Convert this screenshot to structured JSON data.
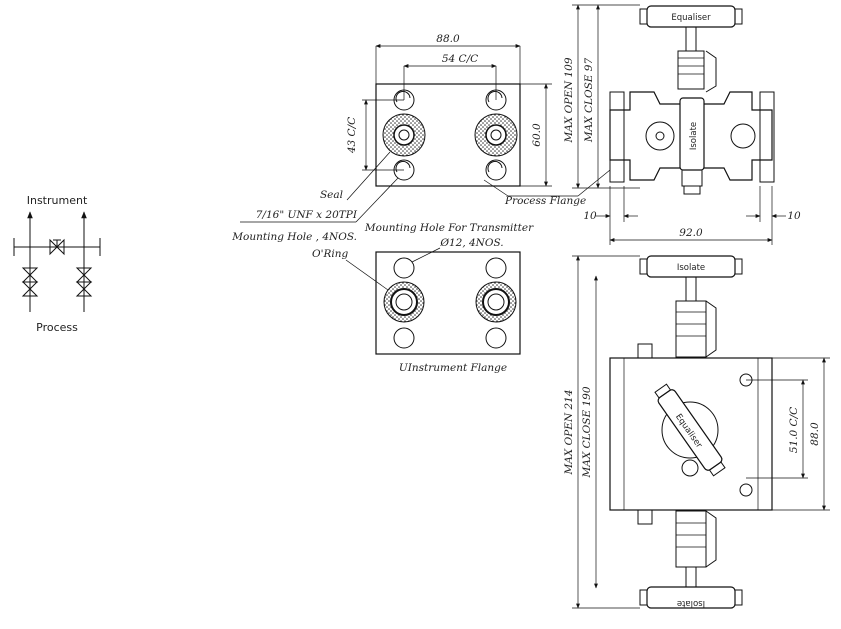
{
  "schematic": {
    "top_label": "Instrument",
    "bottom_label": "Process"
  },
  "process_flange": {
    "width_dim": "88.0",
    "cc_dim": "54 C/C",
    "vert_cc_dim": "43 C/C",
    "height_dim": "60.0",
    "seal_label": "Seal",
    "thread_label": "7/16\" UNF x 20TPI",
    "mounting_label": "Mounting Hole , 4NOS.",
    "title": "Process Flange"
  },
  "instrument_flange": {
    "transmitter_label": "Mounting Hole For Transmitter",
    "hole_dim": "Ø12, 4NOS.",
    "oring_label": "O'Ring",
    "title": "UInstrument Flange"
  },
  "front_view": {
    "handle_label": "Equaliser",
    "isolate_label": "Isolate",
    "max_open": "MAX OPEN 109",
    "max_close": "MAX CLOSE 97",
    "side_left": "10",
    "side_right": "10",
    "width_dim": "92.0"
  },
  "top_view": {
    "top_handle": "Isolate",
    "bottom_handle": "Isolate",
    "diag_handle": "Equaliser",
    "max_open": "MAX OPEN 214",
    "max_close": "MAX CLOSE 190",
    "cc_dim": "51.0 C/C",
    "height_dim": "88.0"
  }
}
